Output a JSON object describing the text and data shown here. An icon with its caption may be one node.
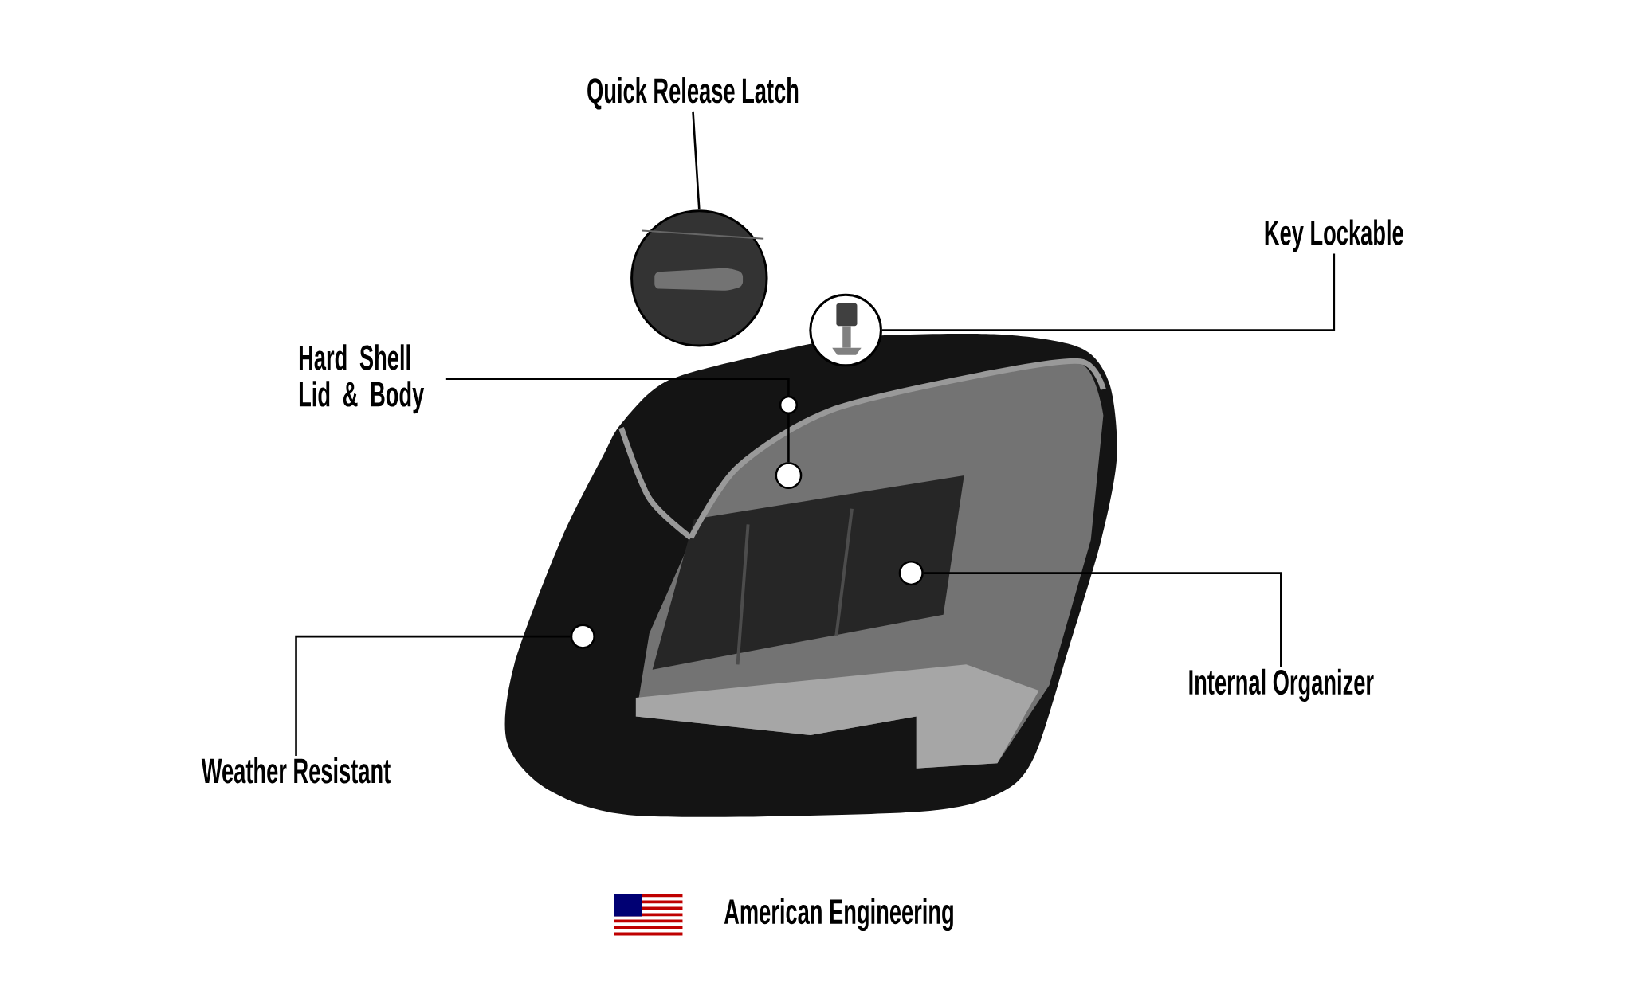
{
  "diagram": {
    "nodes": [
      {
        "text": [
          "Quick Release Latch"
        ]
      },
      {
        "text": [],
        "shape": "picture"
      },
      {
        "text": [
          "Key Lockable"
        ]
      },
      {
        "text": [],
        "shape": "picture"
      },
      {
        "text": [
          "Hard Shell Lid & Body"
        ]
      },
      {
        "text": [],
        "shape": "circle"
      },
      {
        "text": [
          "Weather Resistant"
        ]
      },
      {
        "text": [],
        "shape": "circle"
      },
      {
        "text": [
          "Internal Organizer"
        ]
      },
      {
        "text": [],
        "shape": "circle"
      }
    ],
    "edges": [
      {
        "from": 0,
        "to": 1,
        "arrow": "none"
      },
      {
        "from": 2,
        "to": 3,
        "arrow": "none"
      },
      {
        "from": 4,
        "to": 5,
        "arrow": "none"
      },
      {
        "from": 6,
        "to": 7,
        "arrow": "none"
      },
      {
        "from": 8,
        "to": 9,
        "arrow": "none"
      }
    ],
    "labels": [
      "American Engineering"
    ]
  }
}
